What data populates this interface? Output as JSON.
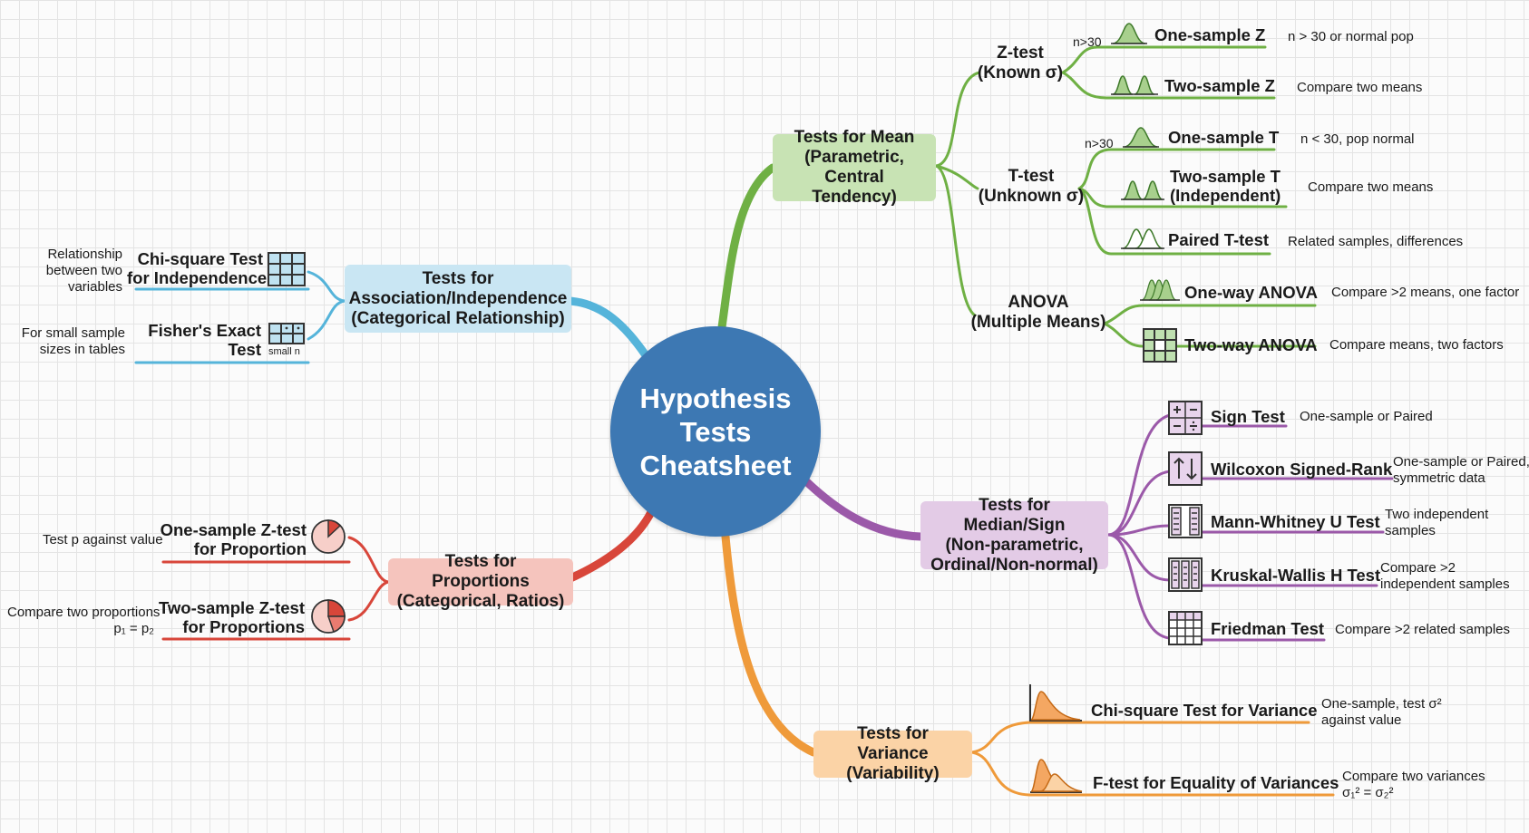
{
  "center": {
    "l1": "Hypothesis",
    "l2": "Tests",
    "l3": "Cheatsheet"
  },
  "colors": {
    "green": "#6fb044",
    "blue": "#55b4da",
    "red": "#d8463a",
    "purple": "#9b59a9",
    "orange": "#ef9a3a",
    "center": "#3d78b3"
  },
  "mean": {
    "title": [
      "Tests for Mean",
      "(Parametric,",
      "Central Tendency)"
    ],
    "ztest": {
      "title": [
        "Z-test",
        "(Known σ)"
      ],
      "tag": "n>30",
      "one": {
        "label": "One-sample Z",
        "note": "n > 30 or normal pop",
        "icon": "bell-curve-icon"
      },
      "two": {
        "label": "Two-sample Z",
        "note": "Compare two means",
        "icon": "two-bell-curves-icon"
      }
    },
    "ttest": {
      "title": [
        "T-test",
        "(Unknown σ)"
      ],
      "tag": "n>30",
      "one": {
        "label": "One-sample T",
        "note": "n < 30, pop normal"
      },
      "two": {
        "label": [
          "Two-sample T",
          "(Independent)"
        ],
        "note": "Compare two means"
      },
      "paired": {
        "label": "Paired T-test",
        "note": "Related samples, differences"
      }
    },
    "anova": {
      "title": [
        "ANOVA",
        "(Multiple Means)"
      ],
      "one": {
        "label": "One-way ANOVA",
        "note": "Compare >2 means, one factor"
      },
      "two": {
        "label": "Two-way ANOVA",
        "note": "Compare means, two factors"
      }
    }
  },
  "median": {
    "title": [
      "Tests for Median/Sign",
      "(Non-parametric,",
      "Ordinal/Non-normal)"
    ],
    "sign": {
      "label": "Sign Test",
      "note": "One-sample or Paired"
    },
    "wilcoxon": {
      "label": "Wilcoxon Signed-Rank",
      "note": [
        "One-sample or Paired,",
        "symmetric data"
      ]
    },
    "mann": {
      "label": "Mann-Whitney U Test",
      "note": [
        "Two independent",
        "samples"
      ]
    },
    "kruskal": {
      "label": "Kruskal-Wallis H Test",
      "note": [
        "Compare >2",
        "independent samples"
      ]
    },
    "friedman": {
      "label": "Friedman Test",
      "note": "Compare >2 related samples"
    }
  },
  "variance": {
    "title": [
      "Tests for Variance",
      "(Variability)"
    ],
    "chi": {
      "label": "Chi-square Test for Variance",
      "note": [
        "One-sample, test σ²",
        "against value"
      ]
    },
    "f": {
      "label": "F-test for Equality of Variances",
      "note": [
        "Compare two variances",
        "σ₁² = σ₂²"
      ]
    }
  },
  "proportions": {
    "title": [
      "Tests for Proportions",
      "(Categorical, Ratios)"
    ],
    "one": {
      "label": [
        "One-sample Z-test",
        "for Proportion"
      ],
      "note": "Test p against value"
    },
    "two": {
      "label": [
        "Two-sample Z-test",
        "for Proportions"
      ],
      "note": [
        "Compare two proportions",
        "p₁ = p₂"
      ]
    }
  },
  "association": {
    "title": [
      "Tests for",
      "Association/Independence",
      "(Categorical Relationship)"
    ],
    "chi": {
      "label": [
        "Chi-square Test",
        "for Independence"
      ],
      "note": [
        "Relationship",
        "between two",
        "variables"
      ]
    },
    "fisher": {
      "label": [
        "Fisher's Exact",
        "Test"
      ],
      "tag": "small n",
      "note": [
        "For small sample",
        "sizes in tables"
      ]
    }
  }
}
